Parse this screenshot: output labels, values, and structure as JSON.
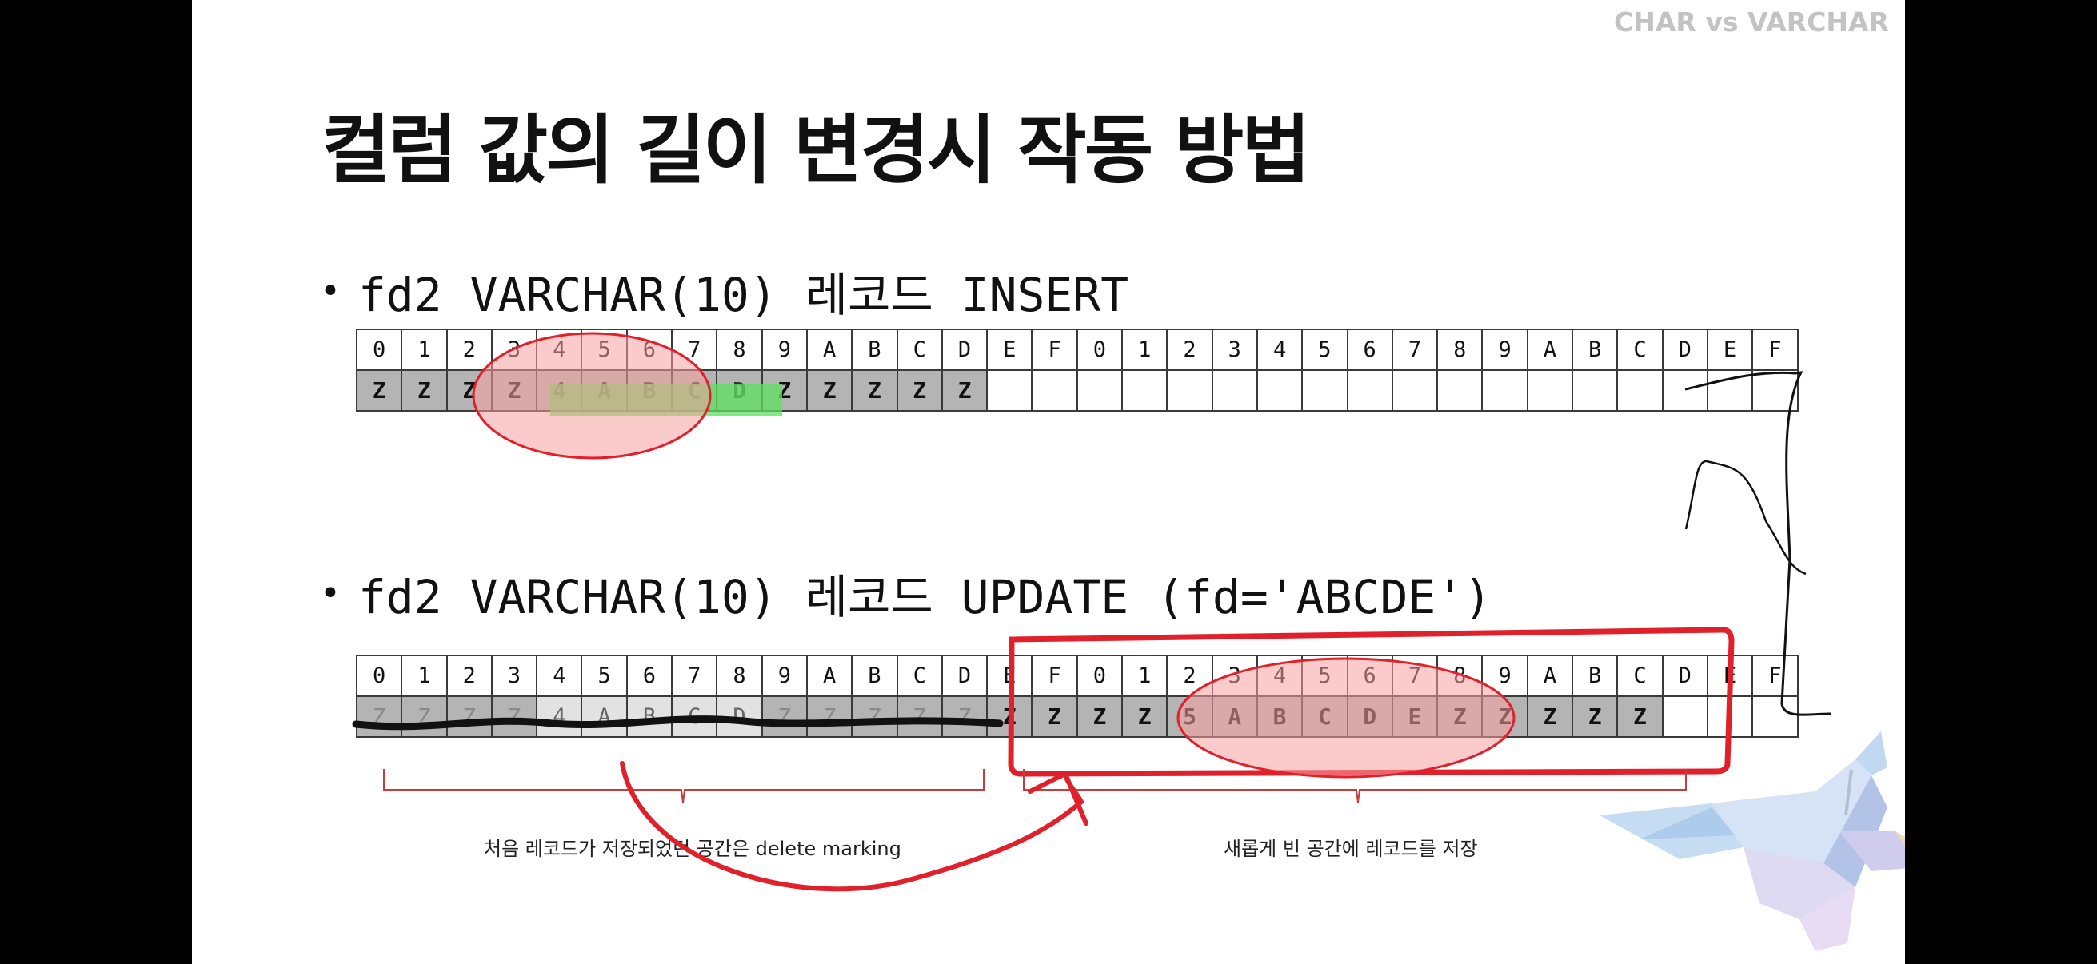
{
  "corner_label": "CHAR vs VARCHAR",
  "title": "컬럼 값의 길이 변경시 작동 방법",
  "bullets": {
    "insert": "fd2 VARCHAR(10) 레코드 INSERT",
    "update": "fd2 VARCHAR(10) 레코드 UPDATE (fd='ABCDE')"
  },
  "insert_grid": {
    "header": [
      "0",
      "1",
      "2",
      "3",
      "4",
      "5",
      "6",
      "7",
      "8",
      "9",
      "A",
      "B",
      "C",
      "D",
      "E",
      "F",
      "0",
      "1",
      "2",
      "3",
      "4",
      "5",
      "6",
      "7",
      "8",
      "9",
      "A",
      "B",
      "C",
      "D",
      "E",
      "F"
    ],
    "values": [
      "Z",
      "Z",
      "Z",
      "Z",
      "4",
      "A",
      "B",
      "C",
      "D",
      "Z",
      "Z",
      "Z",
      "Z",
      "Z",
      "",
      "",
      "",
      "",
      "",
      "",
      "",
      "",
      "",
      "",
      "",
      "",
      "",
      "",
      "",
      "",
      "",
      ""
    ]
  },
  "update_grid": {
    "header": [
      "0",
      "1",
      "2",
      "3",
      "4",
      "5",
      "6",
      "7",
      "8",
      "9",
      "A",
      "B",
      "C",
      "D",
      "E",
      "F",
      "0",
      "1",
      "2",
      "3",
      "4",
      "5",
      "6",
      "7",
      "8",
      "9",
      "A",
      "B",
      "C",
      "D",
      "E",
      "F"
    ],
    "values": [
      "Z",
      "Z",
      "Z",
      "Z",
      "4",
      "A",
      "B",
      "C",
      "D",
      "Z",
      "Z",
      "Z",
      "Z",
      "Z",
      "Z",
      "Z",
      "Z",
      "Z",
      "5",
      "A",
      "B",
      "C",
      "D",
      "E",
      "Z",
      "Z",
      "Z",
      "Z",
      "Z",
      "",
      "",
      ""
    ]
  },
  "captions": {
    "left": "처음 레코드가 저장되었던 공간은 delete marking",
    "right": "새롭게 빈 공간에 레코드를 저장"
  },
  "colors": {
    "used_cell": "#b4b4b4",
    "highlight_green": "#5fe05f",
    "annotation_red": "#e0202a",
    "ellipse_fill": "#f7a0a0"
  },
  "icons": [
    "eagle-logo-icon"
  ]
}
